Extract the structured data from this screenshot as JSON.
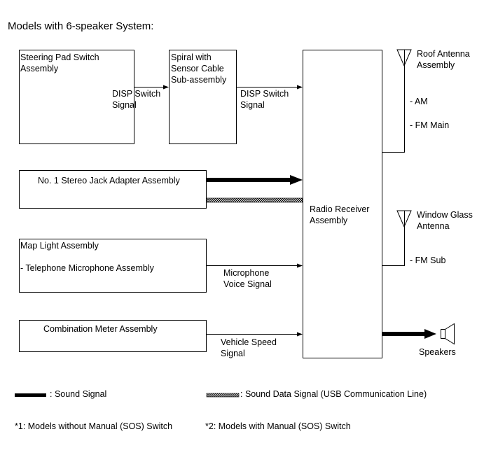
{
  "title": "Models with 6-speaker System:",
  "boxes": {
    "steering_pad": [
      "Steering Pad Switch",
      "Assembly"
    ],
    "spiral": [
      "Spiral with",
      "Sensor Cable",
      "Sub-assembly"
    ],
    "stereo_jack": "No. 1 Stereo Jack Adapter Assembly",
    "map_light": "Map Light Assembly",
    "telephone_mic": "- Telephone Microphone Assembly",
    "combination_meter": "Combination Meter Assembly",
    "radio_receiver": [
      "Radio Receiver",
      "Assembly"
    ]
  },
  "signals": {
    "disp_switch_1": [
      "DISP Switch",
      "Signal"
    ],
    "disp_switch_2": [
      "DISP Switch",
      "Signal"
    ],
    "microphone_voice": [
      "Microphone",
      "Voice Signal"
    ],
    "vehicle_speed": [
      "Vehicle Speed",
      "Signal"
    ]
  },
  "antennas": {
    "roof": [
      "Roof Antenna",
      "Assembly"
    ],
    "am": "- AM",
    "fm_main": "- FM Main",
    "window_glass": [
      "Window Glass",
      "Antenna"
    ],
    "fm_sub": "- FM Sub"
  },
  "speakers": "Speakers",
  "legend": {
    "sound_signal": ": Sound Signal",
    "sound_data_signal": ": Sound Data Signal (USB Communication Line)"
  },
  "notes": {
    "note1": "*1: Models without Manual (SOS) Switch",
    "note2": "*2: Models with Manual (SOS) Switch"
  }
}
